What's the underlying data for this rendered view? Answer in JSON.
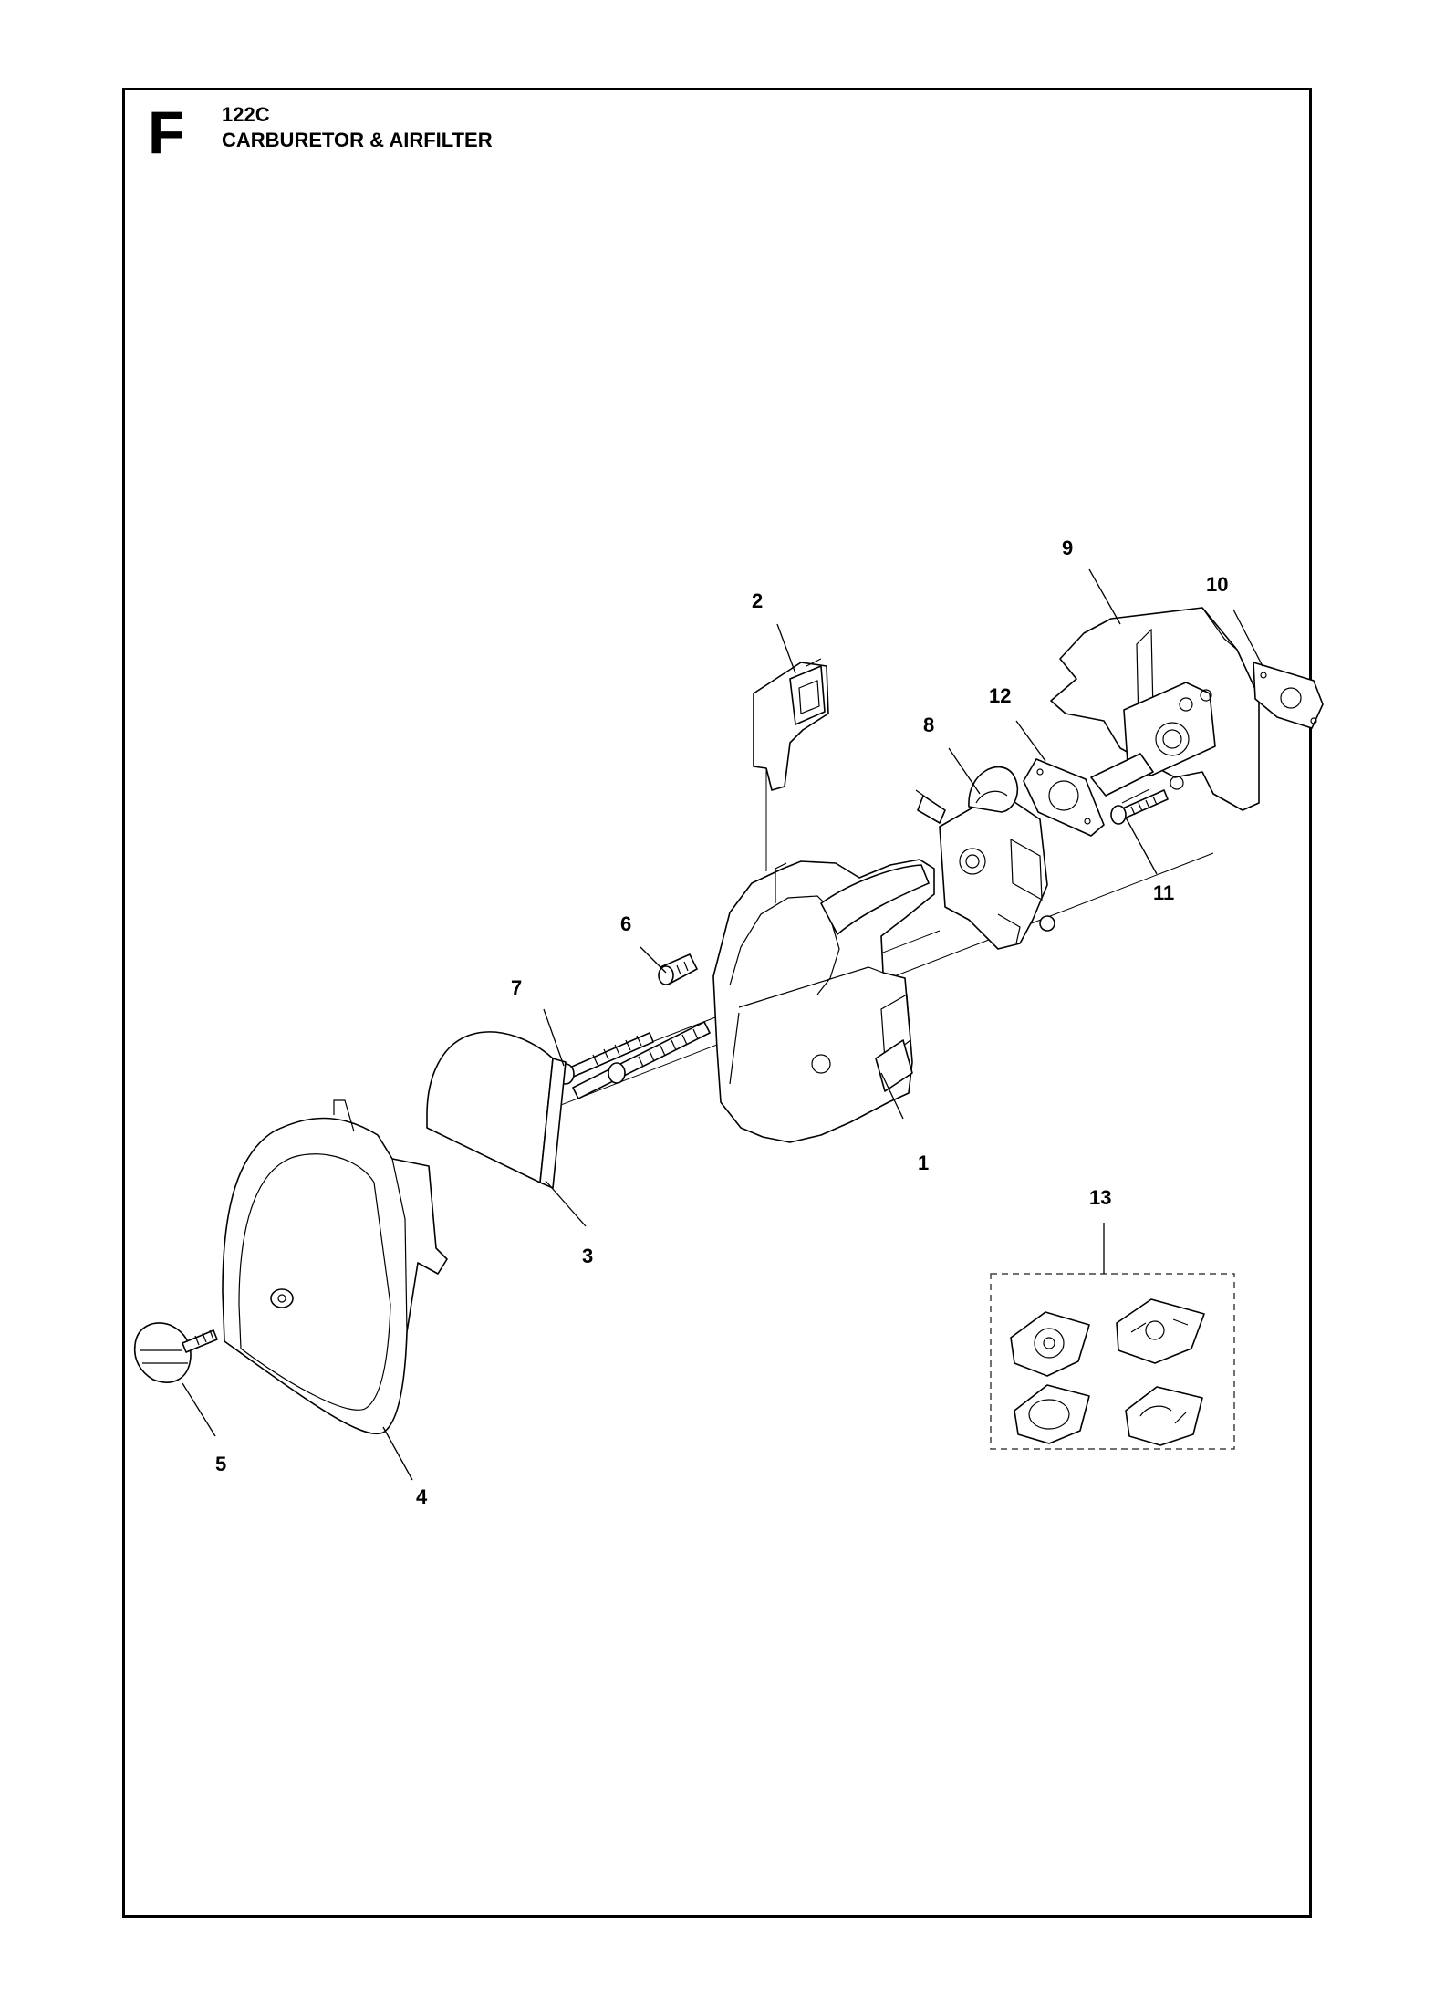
{
  "header": {
    "section_letter": "F",
    "model": "122C",
    "title": "CARBURETOR & AIRFILTER"
  },
  "callouts": {
    "c1": "1",
    "c2": "2",
    "c3": "3",
    "c4": "4",
    "c5": "5",
    "c6": "6",
    "c7": "7",
    "c8": "8",
    "c9": "9",
    "c10": "10",
    "c11": "11",
    "c12": "12",
    "c13": "13"
  }
}
